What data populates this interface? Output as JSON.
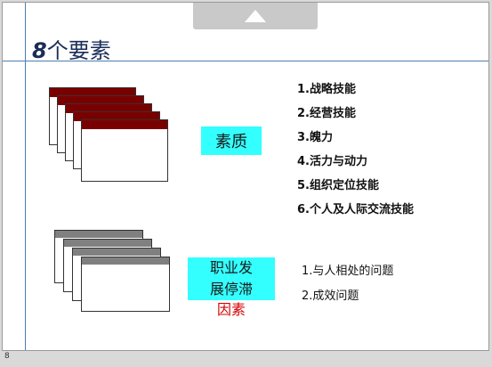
{
  "slide": {
    "title_number": "8",
    "title_text": "个要素",
    "page_number": "8"
  },
  "colors": {
    "stack1_bar": "#7a0000",
    "stack2_bar": "#808080",
    "box_fill": "#33ffff",
    "emphasis_text": "#d40000",
    "title_text": "#1a2d58",
    "rule_line": "#4d7fb0"
  },
  "icons": {
    "nav_up": "up-triangle-icon"
  },
  "section1": {
    "box_label": "素质",
    "items": [
      "1.战略技能",
      "2.经营技能",
      "3.魄力",
      "4.活力与动力",
      "5.组织定位技能",
      "6.个人及人际交流技能"
    ]
  },
  "section2": {
    "box_label_line1": "职业发",
    "box_label_line2": "展停滞",
    "box_label_emphasis": "因素",
    "items": [
      "1.与人相处的问题",
      "2.成效问题"
    ]
  }
}
